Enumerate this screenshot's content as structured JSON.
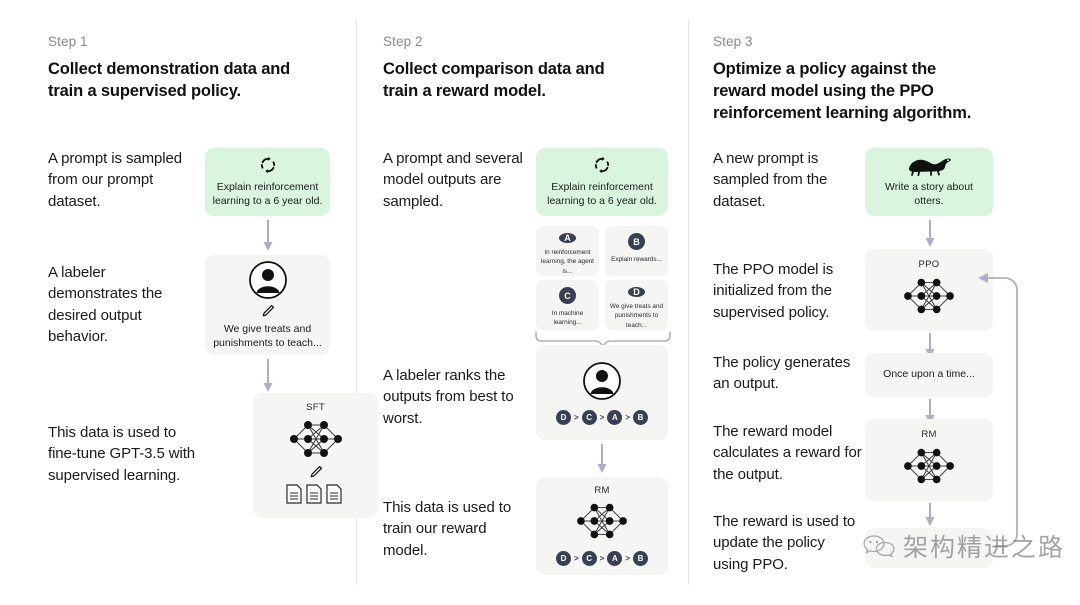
{
  "diagram": {
    "title": "InstructGPT / RLHF three-step training diagram",
    "accent_green": "#d9f5dd",
    "card_grey": "#f5f5f4",
    "badge_navy": "#3b3f54",
    "arrow_purple": "#b0aec6"
  },
  "columns": [
    {
      "step_label": "Step 1",
      "step_title": "Collect demonstration data and train a supervised policy.",
      "narration": [
        "A prompt is sampled from our prompt dataset.",
        "A labeler demonstrates the desired output behavior.",
        "This data is used to fine-tune GPT-3.5 with supervised learning."
      ],
      "cards": [
        {
          "kind": "prompt-green",
          "icon": "refresh-circle-icon",
          "text": "Explain reinforcement learning to a 6 year old."
        },
        {
          "kind": "labeler",
          "icon": "person-circle-icon",
          "sub_icon": "pencil-icon",
          "text": "We give treats and punishments to teach..."
        },
        {
          "kind": "model",
          "caption": "SFT",
          "icon": "neural-network-icon",
          "sub_icon": "pencil-icon",
          "extra_icon": "documents-icon"
        }
      ]
    },
    {
      "step_label": "Step 2",
      "step_title": "Collect comparison data and train a reward model.",
      "narration": [
        "A prompt and several model outputs are sampled.",
        "A labeler ranks the outputs from best to worst.",
        "This data is used to train our reward model."
      ],
      "cards": [
        {
          "kind": "prompt-green",
          "icon": "refresh-circle-icon",
          "text": "Explain reinforcement learning to a 6 year old."
        },
        {
          "kind": "labeler-rank",
          "icon": "person-circle-icon",
          "ranking": [
            "D",
            "C",
            "A",
            "B"
          ]
        },
        {
          "kind": "model-rank",
          "caption": "RM",
          "icon": "neural-network-icon",
          "ranking": [
            "D",
            "C",
            "A",
            "B"
          ]
        }
      ],
      "options": [
        {
          "badge": "A",
          "text": "In reinforcement learning, the agent is..."
        },
        {
          "badge": "B",
          "text": "Explain rewards..."
        },
        {
          "badge": "C",
          "text": "In machine learning..."
        },
        {
          "badge": "D",
          "text": "We give treats and punishments to teach..."
        }
      ]
    },
    {
      "step_label": "Step 3",
      "step_title": "Optimize a policy against the reward model using the PPO reinforcement learning algorithm.",
      "narration": [
        "A new prompt is sampled from the dataset.",
        "The PPO model is initialized from the supervised policy.",
        "The policy generates an output.",
        "The reward model calculates a reward for the output.",
        "The reward is used to update the policy using PPO."
      ],
      "cards": [
        {
          "kind": "prompt-green",
          "icon": "otter-icon",
          "text": "Write a story about otters."
        },
        {
          "kind": "model",
          "caption": "PPO",
          "icon": "neural-network-icon"
        },
        {
          "kind": "output",
          "text": "Once upon a time..."
        },
        {
          "kind": "model",
          "caption": "RM",
          "icon": "neural-network-icon"
        },
        {
          "kind": "reward",
          "text": ""
        }
      ],
      "feedback_loop": "reward-to-ppo-arrow"
    }
  ],
  "watermark": {
    "icon": "wechat-icon",
    "text": "架构精进之路"
  }
}
